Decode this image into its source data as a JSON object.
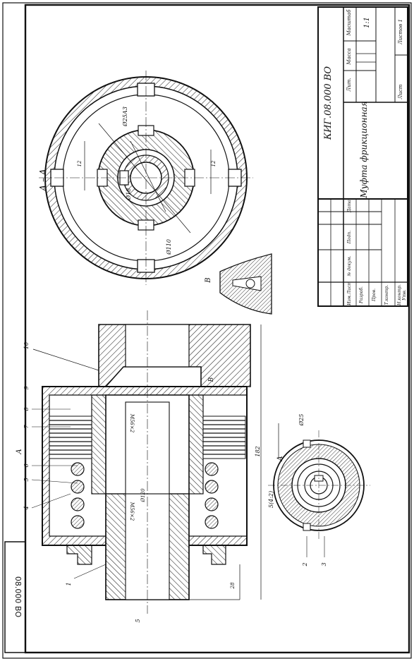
{
  "drawing": {
    "code": "КИГ.08.000 ВО",
    "side_code": "08.000 ВО",
    "title": "Муфта фрикционная",
    "scale": "1:1"
  },
  "section": {
    "label": "А – А",
    "view_b_label": "В"
  },
  "title_block": {
    "headers": {
      "lit": "Лит.",
      "mass": "Масса",
      "scale": "Масштаб"
    },
    "sheet": "Лист",
    "sheets": "Листов 1",
    "columns": {
      "izm": "Изм.",
      "list": "Лист",
      "doc": "№ докум.",
      "sign": "Подп.",
      "date": "Дата"
    },
    "roles": [
      "Разраб.",
      "Пров.",
      "Т.контр.",
      "",
      "Н.контр.",
      "Утв."
    ]
  },
  "dimensions": {
    "d25A": "Ø25А3",
    "d18": "Ø18",
    "d110": "Ø110",
    "w12": "12",
    "d25": "Ø25",
    "d120": "Ø120",
    "m56": "М56×2",
    "len182": "182",
    "len5": "5(4:2)",
    "len28": "28",
    "pos5": "5"
  },
  "callouts": [
    "1",
    "2",
    "3",
    "4",
    "5",
    "6",
    "7",
    "8",
    "9",
    "10"
  ],
  "section_marks": [
    "А",
    "А"
  ],
  "colors": {
    "ink": "#111111",
    "paper": "#ffffff"
  }
}
